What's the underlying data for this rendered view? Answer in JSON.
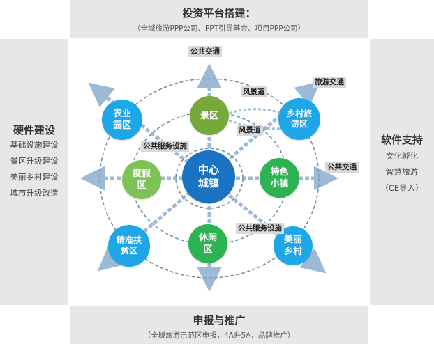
{
  "top": {
    "title": "投资平台搭建：",
    "subtitle": "（全域旅游PPP公司、PPT引导基金、项目PPP公司）"
  },
  "bottom": {
    "title": "申报与推广",
    "subtitle": "（全域旅游示范区申报，4A升5A，品牌推广）"
  },
  "left": {
    "title": "硬件建设",
    "items": [
      "基础设施建设",
      "景区升级建设",
      "美丽乡村建设",
      "城市升级改造"
    ]
  },
  "right": {
    "title": "软件支持",
    "items": [
      "文化孵化",
      "智慧旅游",
      "（CE导入）"
    ]
  },
  "nodes": {
    "center": "中心城镇",
    "top": "景区",
    "bottom": "休闲区",
    "left": "度假区",
    "right": "特色小镇",
    "top_left": "农业园区",
    "top_right": "乡村旅游区",
    "bottom_left": "精准扶贫区",
    "bottom_right": "美丽乡村"
  },
  "tags": {
    "gonggong_jiaotong_top": "公共交通",
    "lvyou_jiaotong": "旅游交通",
    "fengjingdao_1": "风景道",
    "fengjingdao_2": "风景道",
    "gonggong_fuwu_1": "公共服务设施",
    "gonggong_jiaotong_right": "公共交通",
    "gonggong_fuwu_2": "公共服务设施"
  },
  "colors": {
    "center": "#1a73c2",
    "green": "#76a83a",
    "cyan": "#1ea6e6",
    "light_green": "#7cc254",
    "bright_green": "#2eb352",
    "dash": "#7ba4c9",
    "panel": "#e7e7e7"
  }
}
